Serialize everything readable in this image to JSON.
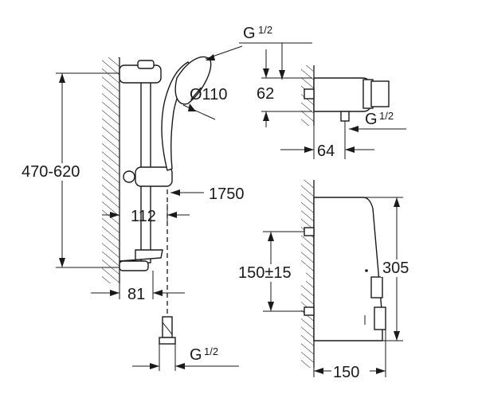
{
  "colors": {
    "stroke": "#1a1a1a",
    "background": "#ffffff"
  },
  "dimensions": {
    "rail_height": "470-620",
    "head_diameter": "Ø110",
    "outlet_distance": "1750",
    "rail_offset_112": "112",
    "rail_offset_81": "81",
    "hose_thread_g": "G",
    "hose_thread_frac": "1/2",
    "thermostat_inlet_g": "G",
    "thermostat_inlet_frac": "1/2",
    "thermostat_outlet_g": "G",
    "thermostat_outlet_frac": "1/2",
    "thermostat_height": "62",
    "thermostat_depth_64": "64",
    "inlet_spacing": "150±15",
    "thermostat_body_height": "305",
    "thermostat_depth_150": "150"
  }
}
